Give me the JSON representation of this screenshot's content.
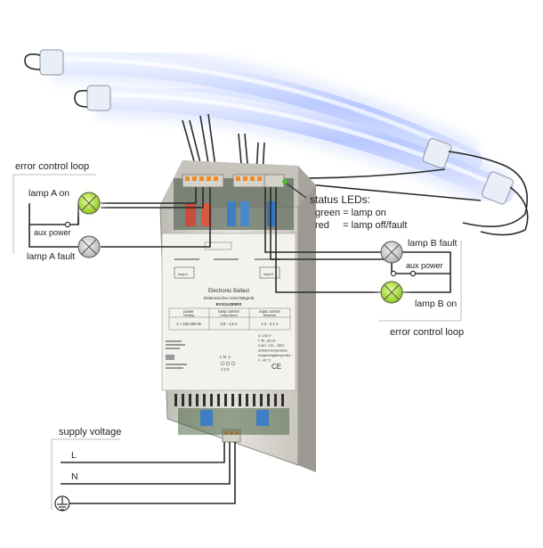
{
  "labels": {
    "error_loop_left": "error control loop",
    "lamp_a_on": "lamp A on",
    "aux_power_left": "aux power",
    "lamp_a_fault": "lamp A fault",
    "status_title": "status LEDs:",
    "status_green": "green  = lamp on",
    "status_red": "red     = lamp off/fault",
    "lamp_b_fault": "lamp B fault",
    "aux_power_right": "aux power",
    "lamp_b_on": "lamp B on",
    "error_loop_right": "error control loop",
    "supply_voltage": "supply voltage",
    "line_l": "L",
    "line_n": "N"
  },
  "ballast": {
    "title": "Electronic Ballast",
    "subtitle": "Elektronisches Vorschaltgerät",
    "model": "EVG2x280RS",
    "table_headers": [
      "power",
      "lamp current",
      "input current"
    ],
    "table_subheaders": [
      "Leistung",
      "Lampenstrom",
      "Netzstrom"
    ],
    "table_values": [
      "2 × 150-280 W",
      "0,8 - 1,5 A",
      "1,3 - 2,1 A"
    ],
    "specs": [
      "U: 230 V~",
      "f: 45...65 Hz",
      "U-DC: 176 – 280V",
      "ambient temperature",
      "Umgebungstemperatur",
      "0 - 40 °C"
    ],
    "terminal_label": "L N ⏚",
    "terminal_numbers": "1 2 3",
    "ce_mark": "CE",
    "lamp_a_box": "lamp A",
    "lamp_b_box": "lamp B"
  },
  "colors": {
    "wire": "#2a2a2a",
    "led_green": "#b6e23a",
    "led_grey": "#c8c8c8",
    "housing": "#d9d7d2",
    "tube_glow": "#c9d8ff"
  }
}
